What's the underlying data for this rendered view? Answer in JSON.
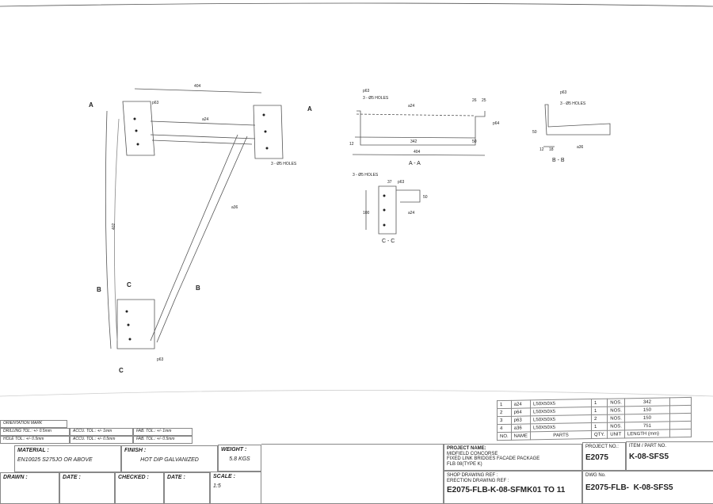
{
  "views": {
    "main": {
      "top_dim": "404",
      "height_dim": "402",
      "member_labels": [
        "p63",
        "a24",
        "a36",
        "p63"
      ],
      "holes_note": "3 - Ø5 HOLES"
    },
    "section_a": {
      "title": "A - A",
      "dims": [
        "12",
        "342",
        "50",
        "404",
        "26",
        "25"
      ],
      "labels": [
        "p63",
        "a24",
        "p64"
      ],
      "holes_note": "3 - Ø5 HOLES"
    },
    "section_b": {
      "title": "B - B",
      "dims": [
        "12",
        "18",
        "50"
      ],
      "labels": [
        "p63",
        "a36"
      ],
      "holes_note": "3 - Ø5 HOLES"
    },
    "section_c": {
      "title": "C - C",
      "dims": [
        "37",
        "100",
        "50"
      ],
      "labels": [
        "p63",
        "a24"
      ],
      "holes_note": "3 - Ø5 HOLES"
    },
    "section_markers": [
      "A",
      "A",
      "B",
      "B",
      "C",
      "C"
    ]
  },
  "parts_table": {
    "headers": [
      "NO.",
      "NAME",
      "PARTS",
      "QTY.",
      "UNIT",
      "LENGTH (mm)"
    ],
    "rows": [
      [
        "1",
        "a24",
        "L50X50X5",
        "1",
        "NOS.",
        "342"
      ],
      [
        "2",
        "p64",
        "L50X50X5",
        "1",
        "NOS.",
        "150"
      ],
      [
        "3",
        "p63",
        "L50X50X5",
        "2",
        "NOS.",
        "150"
      ],
      [
        "4",
        "a36",
        "L50X50X5",
        "1",
        "NOS.",
        "751"
      ]
    ]
  },
  "title_block": {
    "orientation_mark": "ORIENTATION MARK",
    "tolerances": [
      "DRILLING TOL.: +/- 0.5mm",
      "ACCU. TOL.: +/- 1mm",
      "FAB. TOL.: +/- 1mm",
      "HOLE TOL.: +/- 0.5mm",
      "ACCU. TOL.: +/- 0.5mm",
      "FAB. TOL.: +/- 0.5mm"
    ],
    "material_label": "MATERIAL :",
    "material": "EN10025 S275JO OR ABOVE",
    "finish_label": "FINISH :",
    "finish": "HOT DIP GALVANIZED",
    "weight_label": "WEIGHT :",
    "weight": "5.8   KGS",
    "drawn_label": "DRAWN :",
    "date_label": "DATE :",
    "checked_label": "CHECKED :",
    "date2_label": "DATE :",
    "scale_label": "SCALE :",
    "scale": "1:5",
    "project_name_label": "PROJECT NAME:",
    "project_name": [
      "MIDFIELD CONCORSE",
      "FIXED LINK BRIDGES FACADE PACKAGE",
      "FLB 08(TYPE K)"
    ],
    "shop_drawing_ref_label": "SHOP DRAWING REF :",
    "erection_drawing_ref_label": "ERECTION DRAWING REF :",
    "erection_drawing_ref": "E2075-FLB-K-08-SFMK01 TO 11",
    "project_no_label": "PROJECT NO.:",
    "project_no": "E2075",
    "item_part_no_label": "ITEM / PART NO.",
    "item_part_no": "K-08-SFS5",
    "dwg_no_label": "DWG No.",
    "dwg_no": "E2075-FLB-  K-08-SFS5"
  }
}
